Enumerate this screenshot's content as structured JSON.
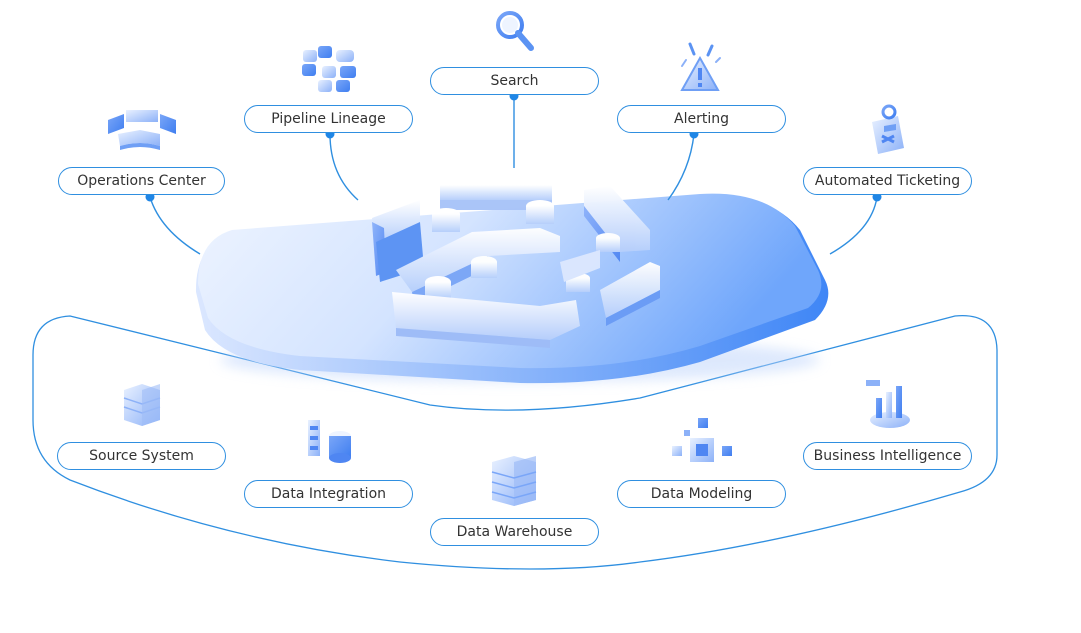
{
  "colors": {
    "line": "#2f8fe0",
    "dot": "#1f86e6",
    "platform_light": "#eaf2ff",
    "platform_dark": "#4b8cf7",
    "label_text": "#333333"
  },
  "top_tools": [
    {
      "label": "Operations Center",
      "icon": "operations-center-icon"
    },
    {
      "label": "Pipeline Lineage",
      "icon": "pipeline-lineage-icon"
    },
    {
      "label": "Search",
      "icon": "search-icon"
    },
    {
      "label": "Alerting",
      "icon": "alerting-icon"
    },
    {
      "label": "Automated Ticketing",
      "icon": "automated-ticketing-icon"
    }
  ],
  "data_stack": [
    {
      "label": "Source System",
      "icon": "source-system-icon"
    },
    {
      "label": "Data Integration",
      "icon": "data-integration-icon"
    },
    {
      "label": "Data Warehouse",
      "icon": "data-warehouse-icon"
    },
    {
      "label": "Data Modeling",
      "icon": "data-modeling-icon"
    },
    {
      "label": "Business Intelligence",
      "icon": "business-intelligence-icon"
    }
  ]
}
